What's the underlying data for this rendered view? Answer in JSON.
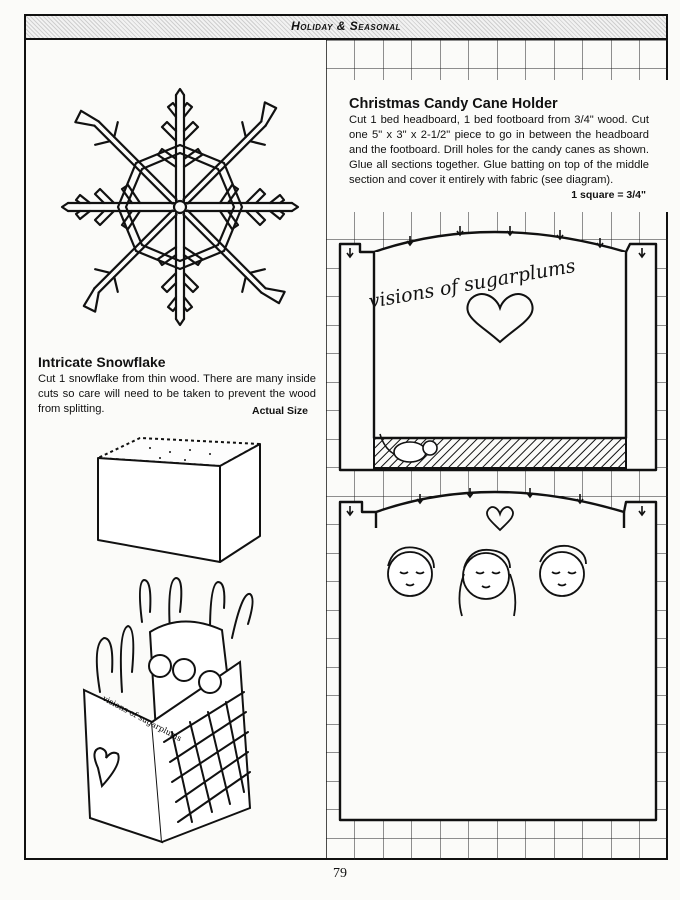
{
  "header": {
    "title": "Holiday & Seasonal"
  },
  "candy_cane_holder": {
    "title": "Christmas Candy Cane Holder",
    "instructions": "Cut 1 bed headboard, 1 bed footboard from 3/4\" wood. Cut one 5\" x 3\" x 2-1/2\" piece to go in between the headboard and the footboard. Drill holes for the candy canes as shown. Glue all sections together. Glue batting on top of the middle section and cover it entirely with fabric (see diagram).",
    "scale": "1 square = 3/4\"",
    "headboard_lettering": "visions of sugarplums"
  },
  "snowflake": {
    "title": "Intricate Snowflake",
    "instructions": "Cut 1 snowflake from thin wood. There are many inside cuts so care will need to be taken to prevent the wood from splitting.",
    "size_note": "Actual Size"
  },
  "page_number": "79"
}
